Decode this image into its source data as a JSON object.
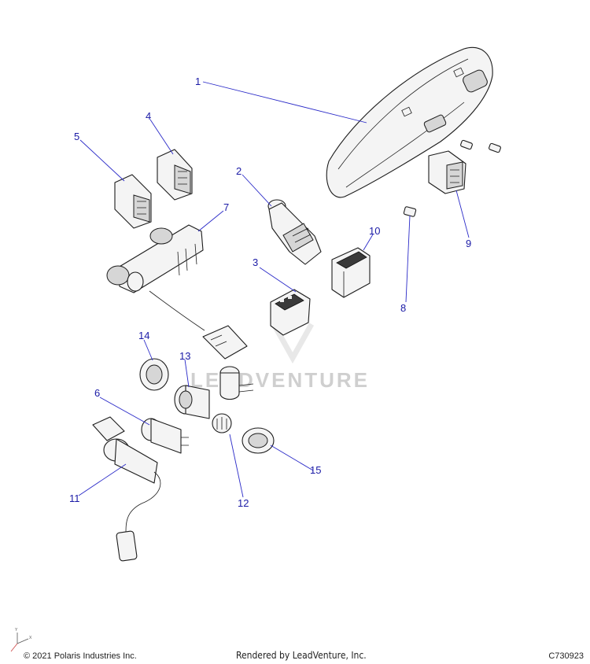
{
  "callouts": [
    {
      "id": "1",
      "label": "1"
    },
    {
      "id": "2",
      "label": "2"
    },
    {
      "id": "3",
      "label": "3"
    },
    {
      "id": "4",
      "label": "4"
    },
    {
      "id": "5",
      "label": "5"
    },
    {
      "id": "6",
      "label": "6"
    },
    {
      "id": "7",
      "label": "7"
    },
    {
      "id": "8",
      "label": "8"
    },
    {
      "id": "9",
      "label": "9"
    },
    {
      "id": "10",
      "label": "10"
    },
    {
      "id": "11",
      "label": "11"
    },
    {
      "id": "12",
      "label": "12"
    },
    {
      "id": "13",
      "label": "13"
    },
    {
      "id": "14",
      "label": "14"
    },
    {
      "id": "15",
      "label": "15"
    }
  ],
  "watermark": "LEADVENTURE",
  "axis_labels": {
    "y": "Y",
    "x": "X"
  },
  "footer": {
    "copyright": "© 2021 Polaris Industries Inc.",
    "rendered_by": "Rendered by LeadVenture, Inc.",
    "drawing_code": "C730923"
  },
  "colors": {
    "callout": "#1a1aa6",
    "leader": "#2b2bc8",
    "outline": "#1c1c1c"
  }
}
